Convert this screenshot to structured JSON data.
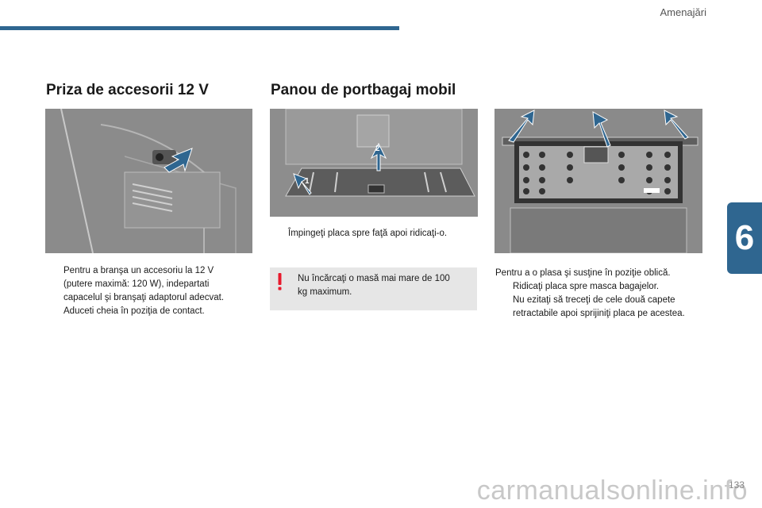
{
  "header": {
    "section": "Amenajări"
  },
  "chapter": {
    "number": "6"
  },
  "left": {
    "title": "Priza de accesorii 12 V",
    "bullets": [
      "Pentru a branşa un accesoriu la 12 V (putere maximă: 120 W), indepartati capacelul şi branşaţi adaptorul adecvat.",
      "Aduceti cheia în poziţia de contact."
    ]
  },
  "middle": {
    "title": "Panou de portbagaj mobil",
    "callouts": [
      "1",
      "2"
    ],
    "bullets": [
      "Împingeţi placa spre faţă apoi ridicaţi-o."
    ],
    "warning": "Nu încărcaţi o masă mai mare de 100 kg maximum."
  },
  "right": {
    "intro": "Pentru a o plasa şi susţine în poziţie oblică.",
    "bullets": [
      "Ridicaţi placa spre masca bagajelor.",
      "Nu ezitaţi să treceţi de cele două capete retractabile apoi sprijiniţi placa pe acestea."
    ]
  },
  "bullet_mark": "",
  "footer": {
    "page": "133",
    "watermark": "carmanualsonline.info"
  },
  "colors": {
    "accent": "#2f6690",
    "warning": "#e8192c",
    "panel": "#e6e6e6"
  }
}
